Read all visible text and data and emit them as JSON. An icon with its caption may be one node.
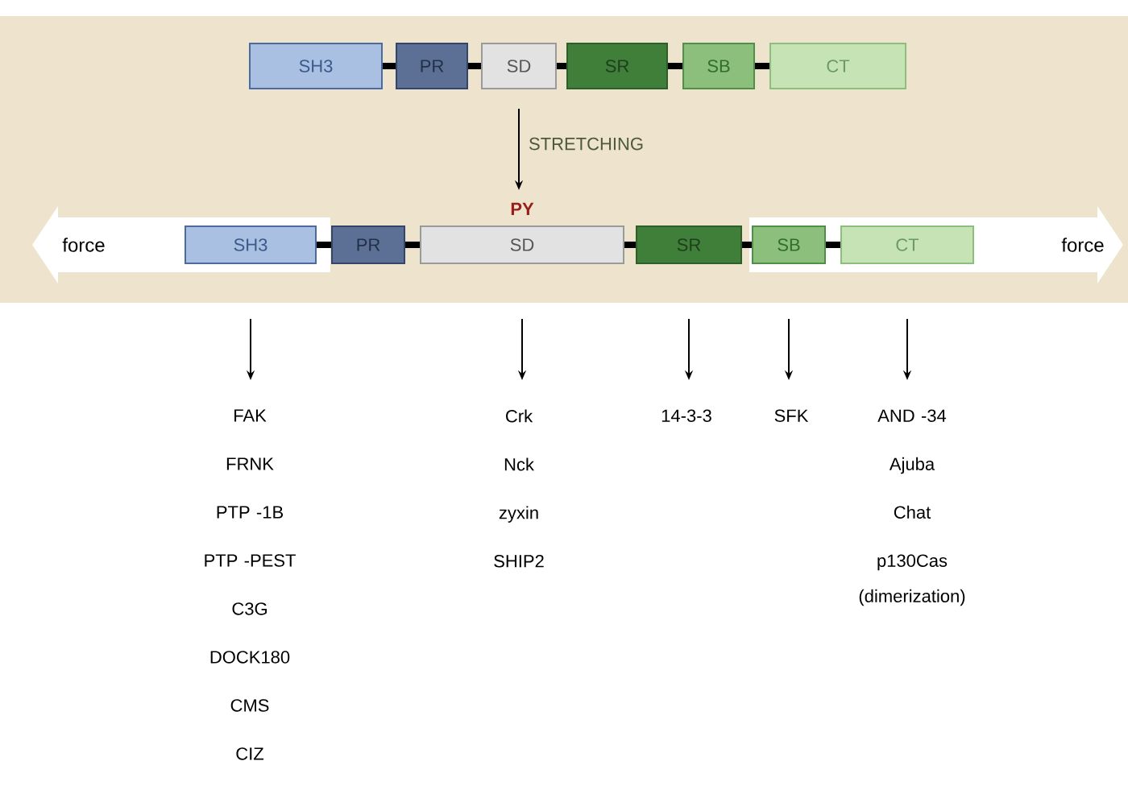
{
  "diagram": {
    "nodes": [
      {
        "text": [
          "SH3"
        ]
      },
      {
        "text": [
          "PR"
        ]
      },
      {
        "text": [
          "SD"
        ]
      },
      {
        "text": [
          "SR"
        ]
      },
      {
        "text": [
          "SB"
        ]
      },
      {
        "text": [
          "CT"
        ]
      },
      {
        "text": [
          "SH3"
        ]
      },
      {
        "text": [
          "PR"
        ]
      },
      {
        "text": [
          "SD"
        ],
        "beside": [
          "PY"
        ]
      },
      {
        "text": [
          "SR"
        ]
      },
      {
        "text": [
          "SB"
        ]
      },
      {
        "text": [
          "CT"
        ]
      },
      {
        "text": [
          "FAK",
          "FRNK",
          "PTP -1B",
          "PTP -PEST",
          "C3G",
          "DOCK180",
          "CMS",
          "CIZ"
        ]
      },
      {
        "text": [
          "Crk",
          "Nck",
          "zyxin",
          "SHIP2"
        ]
      },
      {
        "text": [
          "14-3-3"
        ]
      },
      {
        "text": [
          "SFK"
        ]
      },
      {
        "text": [
          "AND -34",
          "Ajuba",
          "Chat",
          "p130Cas (dimerization)"
        ]
      }
    ],
    "edges": [
      {
        "from": 0,
        "to": 1,
        "arrow": "none"
      },
      {
        "from": 1,
        "to": 2,
        "arrow": "none"
      },
      {
        "from": 2,
        "to": 3,
        "arrow": "none"
      },
      {
        "from": 3,
        "to": 4,
        "arrow": "none"
      },
      {
        "from": 4,
        "to": 5,
        "arrow": "none"
      },
      {
        "from": 2,
        "to": 8,
        "arrow": "to",
        "label": "STRETCHING"
      },
      {
        "from": 6,
        "to": 7,
        "arrow": "none"
      },
      {
        "from": 7,
        "to": 8,
        "arrow": "none"
      },
      {
        "from": 8,
        "to": 9,
        "arrow": "none"
      },
      {
        "from": 9,
        "to": 10,
        "arrow": "none"
      },
      {
        "from": 10,
        "to": 11,
        "arrow": "none"
      },
      {
        "from": 6,
        "to": 12,
        "arrow": "to"
      },
      {
        "from": 8,
        "to": 13,
        "arrow": "to"
      },
      {
        "from": 9,
        "to": 14,
        "arrow": "to"
      },
      {
        "from": 10,
        "to": 15,
        "arrow": "to"
      },
      {
        "from": 11,
        "to": 16,
        "arrow": "to"
      }
    ],
    "labels": [
      "force",
      "force"
    ]
  }
}
